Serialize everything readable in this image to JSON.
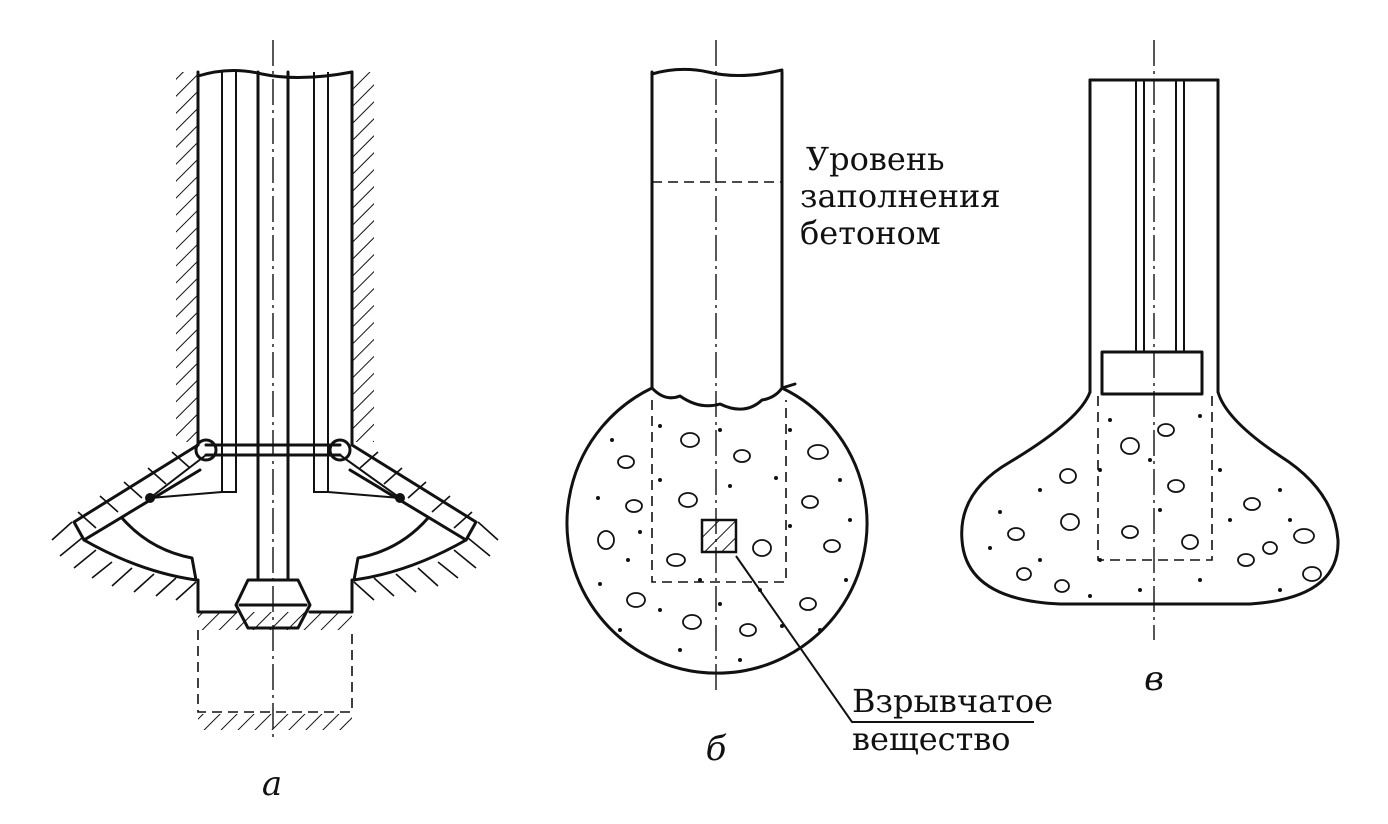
{
  "figure": {
    "panel_a": {
      "caption": "а"
    },
    "panel_b": {
      "caption": "б",
      "concrete_level_label": [
        "Уровень",
        "заполнения",
        "бетоном"
      ],
      "explosive_label": [
        "Взрывчатое",
        "вещество"
      ]
    },
    "panel_v": {
      "caption": "в"
    }
  },
  "colors": {
    "ink": "#111111",
    "paper": "#ffffff"
  }
}
